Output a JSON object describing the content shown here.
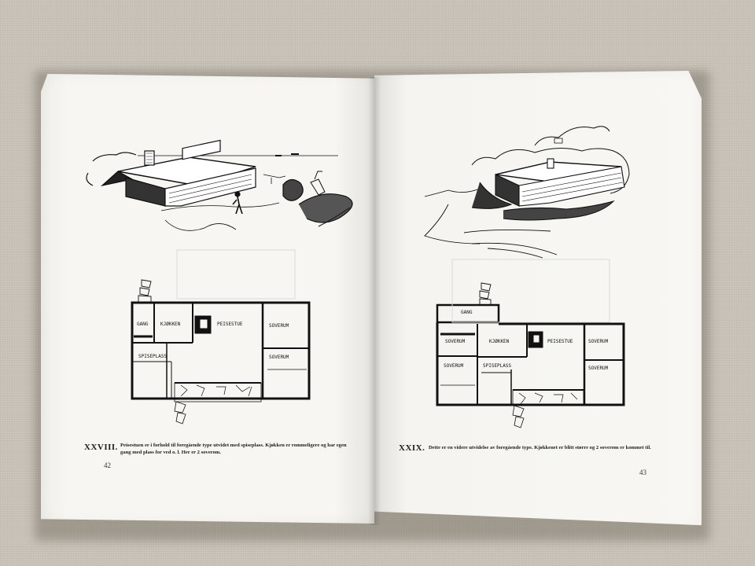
{
  "left_page": {
    "plate": "XXVIII.",
    "caption": "Peisestuen er i forhold til foregående type utvidet med spiseplass. Kjøkken er rommeligere og har egen gang med plass for ved o. l. Her er 2 soverom.",
    "page_number": "42",
    "plan_labels": {
      "gang": "GANG",
      "kjokken": "KJØKKEN",
      "peisestue": "PEISESTUE",
      "soverum1": "SOVERUM",
      "soverum2": "SOVERUM",
      "spiseplass": "SPISEPLASS"
    }
  },
  "right_page": {
    "plate": "XXIX.",
    "caption": "Dette er en videre utvidelse av foregående type. Kjøkkenet er blitt større og 2 soverom er kommet til.",
    "page_number": "43",
    "plan_labels": {
      "gang": "GANG",
      "soverum_a": "SOVERUM",
      "kjokken": "KJØKKEN",
      "peisestue": "PEISESTUE",
      "soverum_b": "SOVERUM",
      "soverum_c": "SOVERUM",
      "spiseplass": "SPISEPLASS",
      "soverum_d": "SOVERUM"
    }
  },
  "colors": {
    "background": "#cbc4ba",
    "paper": "#f6f5f1",
    "ink": "#111111"
  }
}
